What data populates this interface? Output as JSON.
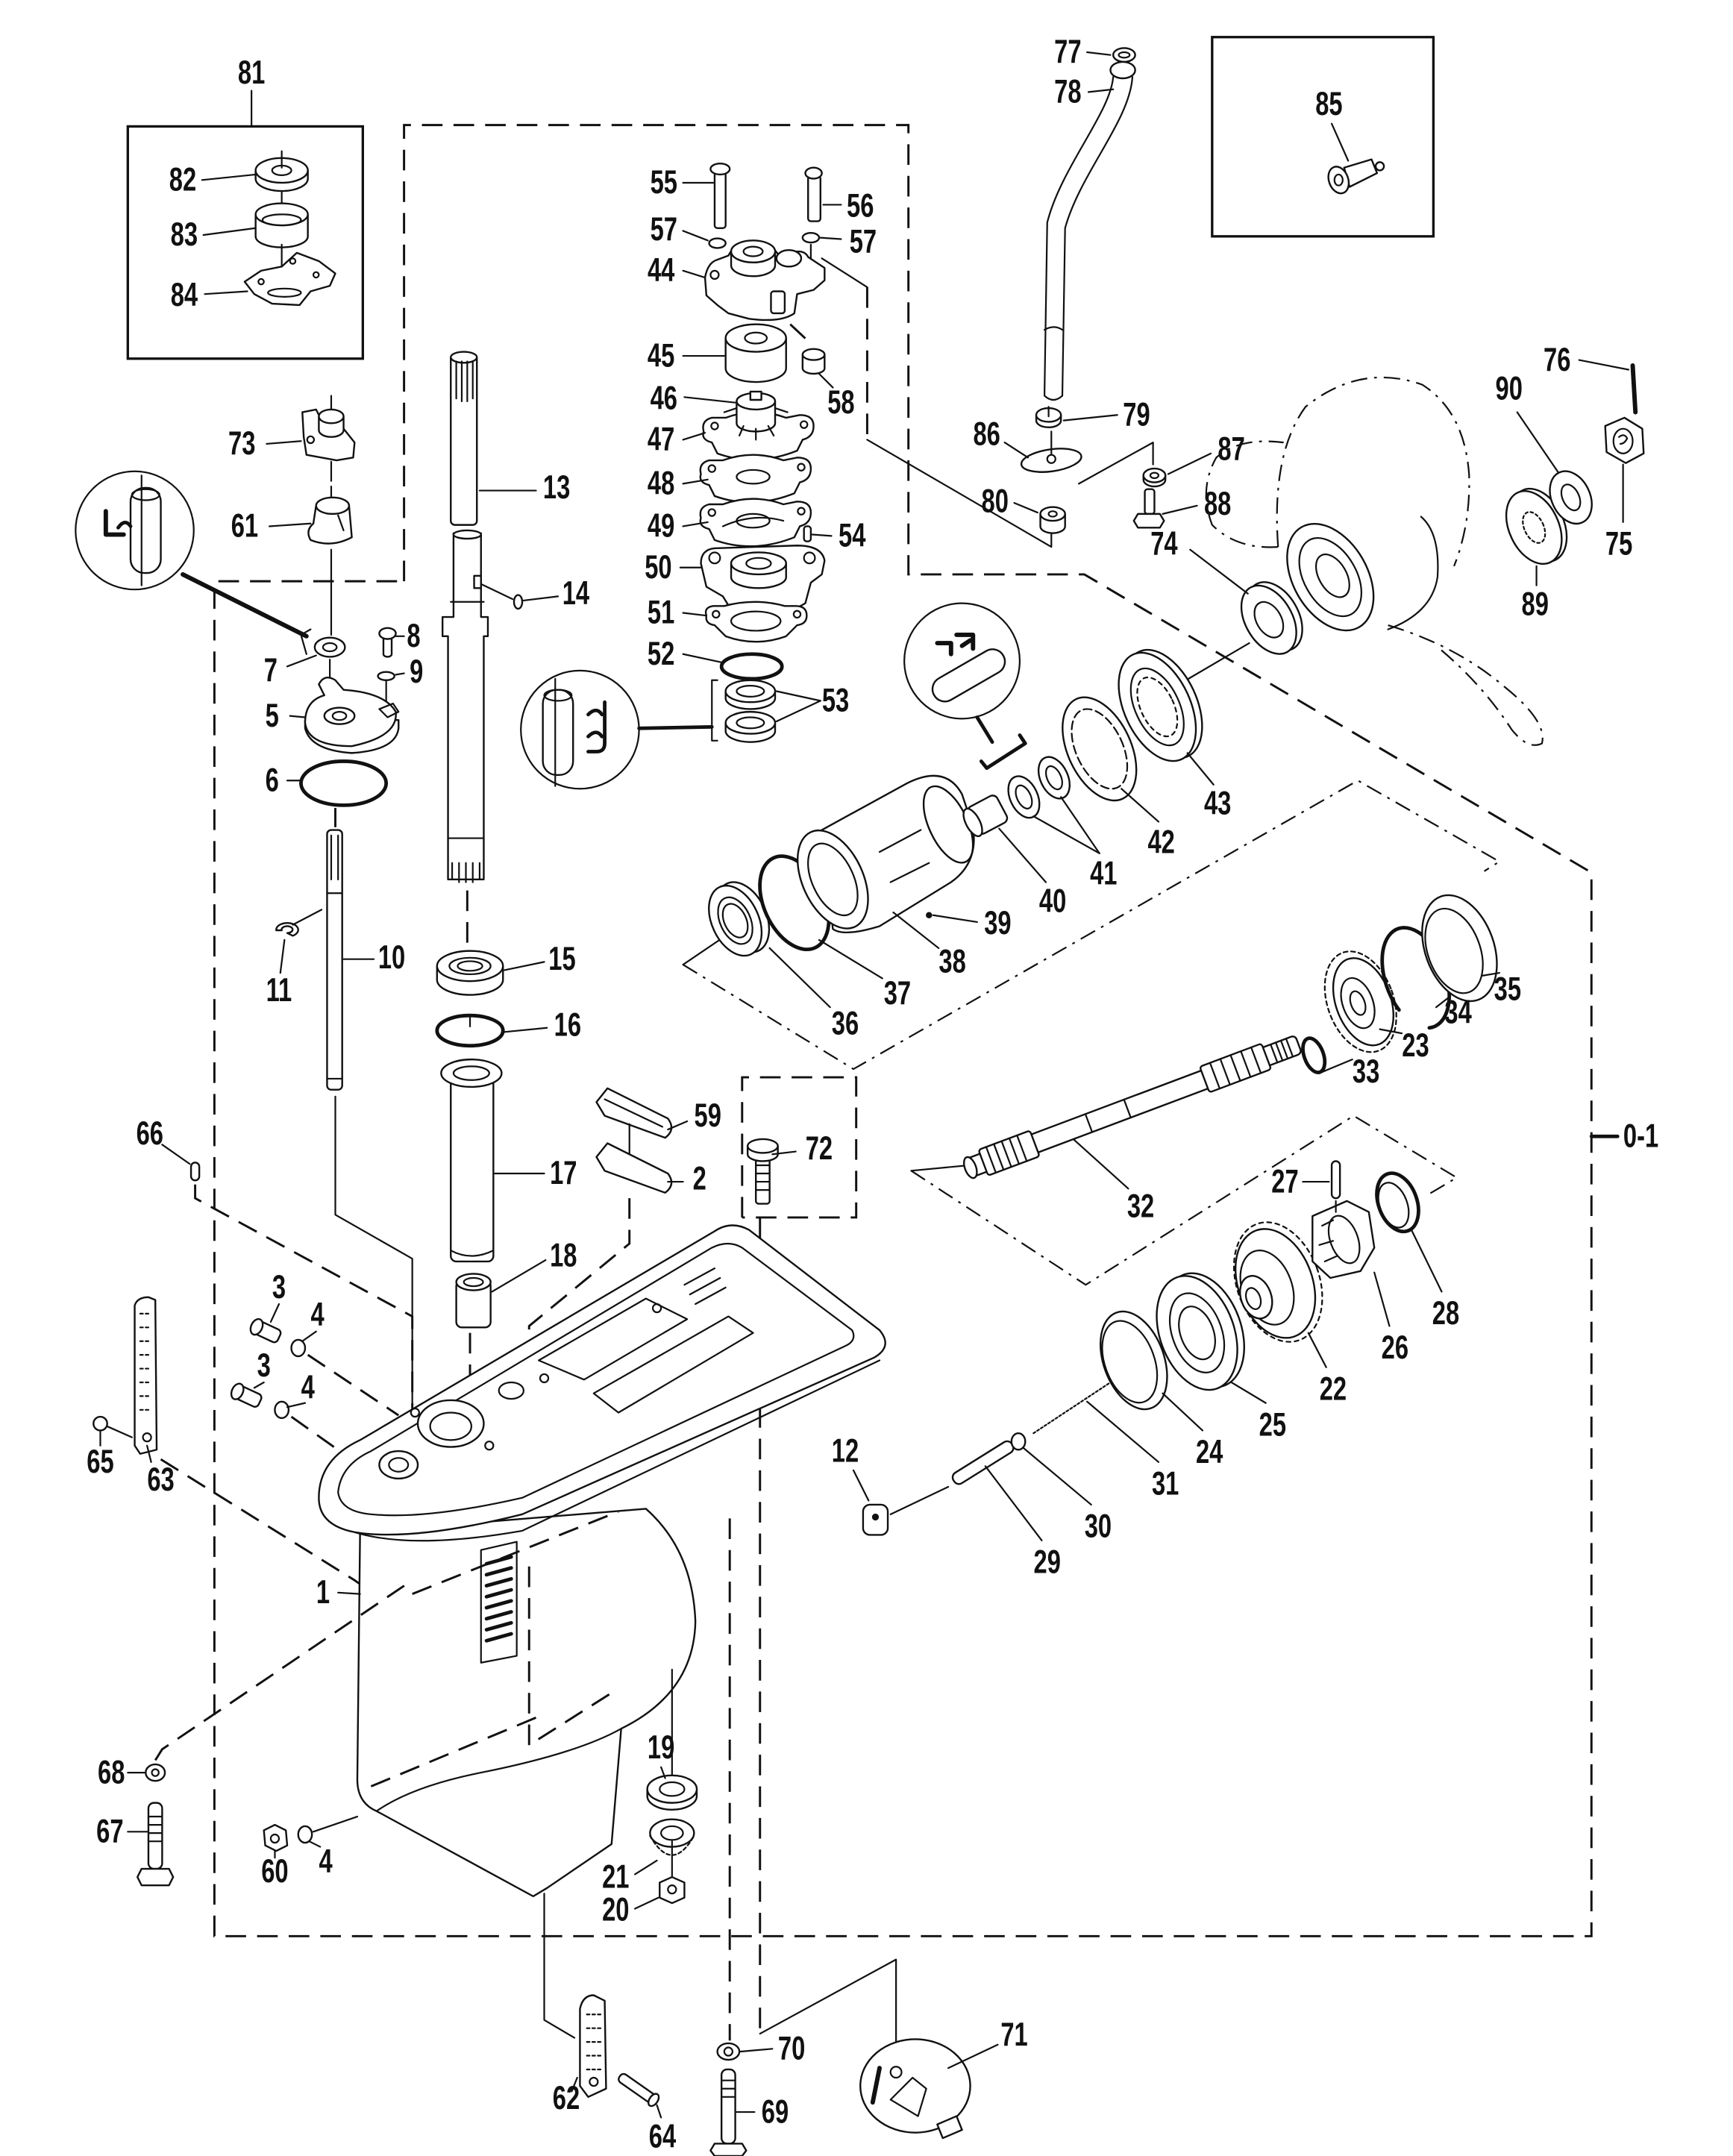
{
  "assembly_label": "0-1",
  "callouts": [
    "81",
    "82",
    "83",
    "84",
    "73",
    "61",
    "13",
    "14",
    "7",
    "8",
    "9",
    "5",
    "6",
    "10",
    "11",
    "15",
    "16",
    "17",
    "18",
    "59",
    "2",
    "72",
    "66",
    "3",
    "4",
    "3",
    "4",
    "65",
    "63",
    "1",
    "12",
    "29",
    "30",
    "31",
    "24",
    "25",
    "22",
    "26",
    "28",
    "27",
    "32",
    "33",
    "23",
    "34",
    "35",
    "36",
    "37",
    "38",
    "39",
    "40",
    "41",
    "42",
    "43",
    "53",
    "52",
    "51",
    "50",
    "54",
    "49",
    "48",
    "47",
    "46",
    "45",
    "58",
    "44",
    "57",
    "55",
    "56",
    "57",
    "77",
    "78",
    "85",
    "79",
    "86",
    "87",
    "80",
    "88",
    "74",
    "76",
    "90",
    "75",
    "89",
    "19",
    "21",
    "20",
    "68",
    "67",
    "60",
    "4",
    "62",
    "64",
    "70",
    "69",
    "71"
  ],
  "icons": {
    "detail_shift_shaft": "lubricant-symbol",
    "detail_pump_seals": "sealant-symbol",
    "detail_carrier": "grease-symbol"
  },
  "colors": {
    "ink": "#111111",
    "paper": "#ffffff"
  }
}
